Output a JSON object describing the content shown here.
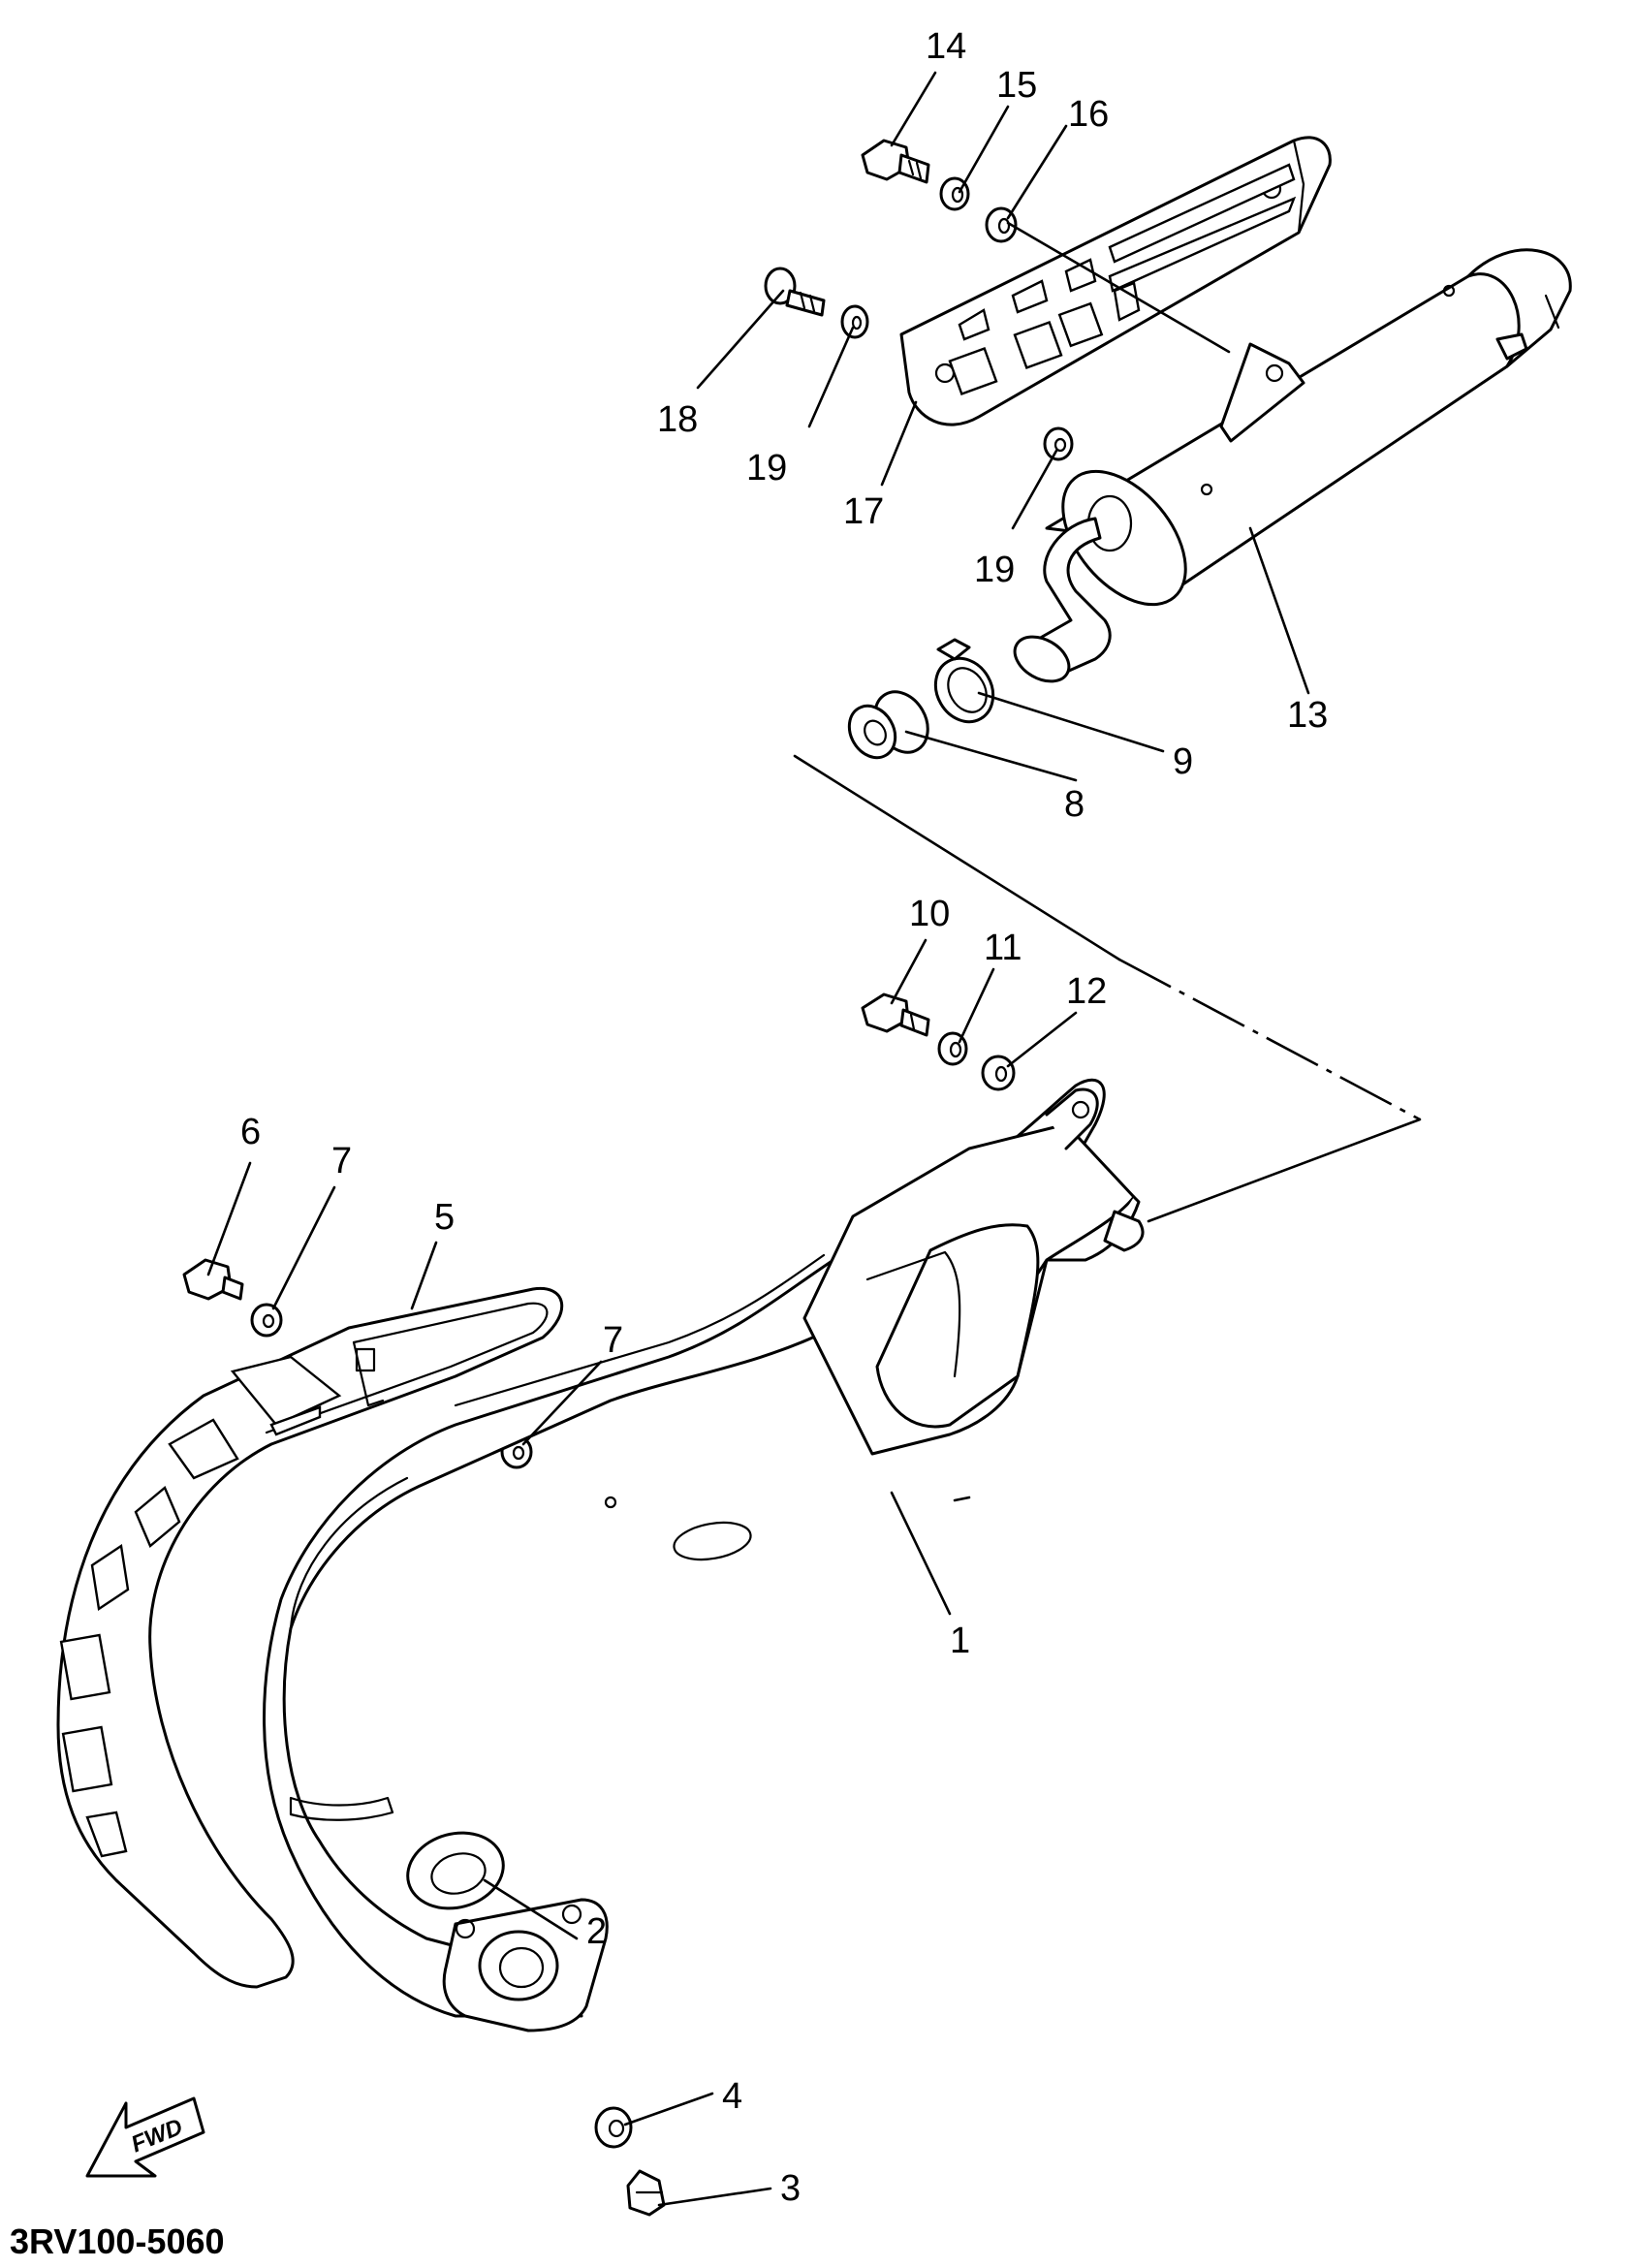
{
  "diagram": {
    "code": "3RV100-5060",
    "fwd_label": "FWD",
    "callouts": {
      "c1": "1",
      "c2": "2",
      "c3": "3",
      "c4": "4",
      "c5": "5",
      "c6": "6",
      "c7a": "7",
      "c7b": "7",
      "c8": "8",
      "c9": "9",
      "c10": "10",
      "c11": "11",
      "c12": "12",
      "c13": "13",
      "c14": "14",
      "c15": "15",
      "c16": "16",
      "c17": "17",
      "c18": "18",
      "c19a": "19",
      "c19b": "19"
    }
  }
}
